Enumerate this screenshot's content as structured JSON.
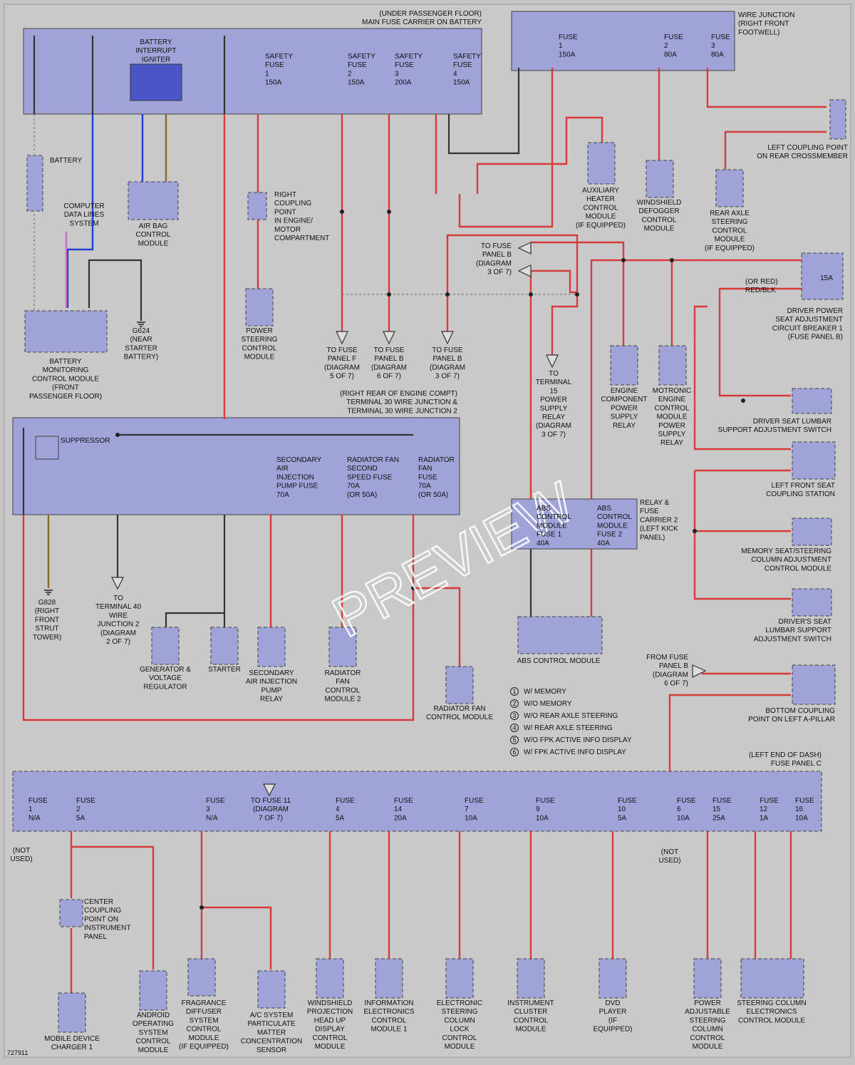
{
  "diagram_id": "727911",
  "watermark": "PREVIEW",
  "carriers": {
    "main_fuse_carrier": "(UNDER PASSENGER FLOOR)\nMAIN FUSE CARRIER ON BATTERY",
    "wire_junction": "WIRE JUNCTION\n(RIGHT FRONT\nFOOTWELL)",
    "terminal30": "(RIGHT REAR OF ENGINE COMPT)\nTERMINAL 30 WIRE JUNCTION &\nTERMINAL 30 WIRE JUNCTION 2",
    "relay_carrier": "RELAY &\nFUSE\nCARRIER 2\n(LEFT KICK\nPANEL)",
    "fuse_panel_c": "(LEFT END OF DASH)\nFUSE PANEL C"
  },
  "main_fuses": [
    {
      "name": "SAFETY\nFUSE\n1\n150A"
    },
    {
      "name": "SAFETY\nFUSE\n2\n150A"
    },
    {
      "name": "SAFETY\nFUSE\n3\n200A"
    },
    {
      "name": "SAFETY\nFUSE\n4\n150A"
    }
  ],
  "battery_igniter": "BATTERY\nINTERRUPT\nIGNITER",
  "junction_fuses": [
    {
      "name": "FUSE\n1\n150A"
    },
    {
      "name": "FUSE\n2\n80A"
    },
    {
      "name": "FUSE\n3\n80A"
    }
  ],
  "t30_fuses": [
    {
      "name": "SUPPRESSOR"
    },
    {
      "name": "SECONDARY\nAIR\nINJECTION\nPUMP FUSE\n70A"
    },
    {
      "name": "RADIATOR FAN\nSECOND\nSPEED FUSE\n70A\n(OR 50A)"
    },
    {
      "name": "RADIATOR\nFAN\nFUSE\n70A\n(OR 50A)"
    }
  ],
  "relay_fuses": [
    {
      "name": "ABS\nCONTROL\nMODULE\nFUSE 1\n40A"
    },
    {
      "name": "ABS\nCONTROL\nMODULE\nFUSE 2\n40A"
    }
  ],
  "panel_c_fuses": [
    {
      "name": "FUSE\n1\nN/A"
    },
    {
      "name": "FUSE\n2\n5A"
    },
    {
      "name": "FUSE\n3\nN/A"
    },
    {
      "name": "TO FUSE 11\n(DIAGRAM\n7 OF 7)"
    },
    {
      "name": "FUSE\n4\n5A"
    },
    {
      "name": "FUSE\n14\n20A"
    },
    {
      "name": "FUSE\n7\n10A"
    },
    {
      "name": "FUSE\n9\n10A"
    },
    {
      "name": "FUSE\n10\n5A"
    },
    {
      "name": "FUSE\n6\n10A"
    },
    {
      "name": "FUSE\n15\n25A"
    },
    {
      "name": "FUSE\n12\n1A"
    },
    {
      "name": "FUSE\n16\n10A"
    }
  ],
  "components": {
    "battery": "BATTERY",
    "computer_data": "COMPUTER\nDATA LINES\nSYSTEM",
    "airbag": "AIR BAG\nCONTROL\nMODULE",
    "bmcm": "BATTERY\nMONITORING\nCONTROL MODULE\n(FRONT\nPASSENGER FLOOR)",
    "g624": "G624\n(NEAR\nSTARTER\nBATTERY)",
    "right_coupling": "RIGHT\nCOUPLING\nPOINT\nIN ENGINE/\nMOTOR\nCOMPARTMENT",
    "power_steering": "POWER\nSTEERING\nCONTROL\nMODULE",
    "to_fuse_f": "TO FUSE\nPANEL F\n(DIAGRAM\n5 OF 7)",
    "to_fuse_b6": "TO FUSE\nPANEL B\n(DIAGRAM\n6 OF 7)",
    "to_fuse_b3": "TO FUSE\nPANEL B\n(DIAGRAM\n3 OF 7)",
    "aux_heater": "AUXILIARY\nHEATER\nCONTROL\nMODULE\n(IF EQUIPPED)",
    "windshield_defog": "WINDSHIELD\nDEFOGGER\nCONTROL\nMODULE",
    "rear_axle": "REAR AXLE\nSTEERING\nCONTROL\nMODULE\n(IF EQUIPPED)",
    "left_coupling_rear": "LEFT COUPLING POINT\nON REAR CROSSMEMBER",
    "to_fuse_panel_b": "TO FUSE\nPANEL B\n(DIAGRAM\n3 OF 7)",
    "to_terminal15": "TO\nTERMINAL\n15\nPOWER\nSUPPLY\nRELAY\n(DIAGRAM\n3 OF 7)",
    "engine_comp": "ENGINE\nCOMPONENT\nPOWER\nSUPPLY\nRELAY",
    "motronic": "MOTRONIC\nENGINE\nCONTROL\nMODULE\nPOWER\nSUPPLY\nRELAY",
    "driver_seat_cb": "DRIVER POWER\nSEAT ADJUSTMENT\nCIRCUIT BREAKER 1\n(FUSE PANEL B)",
    "cb_rating": "15A",
    "driver_lumbar": "DRIVER SEAT LUMBAR\nSUPPORT ADJUSTMENT SWITCH",
    "left_front_seat": "LEFT FRONT SEAT\nCOUPLING STATION",
    "memory_seat": "MEMORY SEAT/STEERING\nCOLUMN ADJUSTMENT\nCONTROL MODULE",
    "drivers_lumbar": "DRIVER'S SEAT\nLUMBAR SUPPORT\nADJUSTMENT SWITCH",
    "bottom_coupling": "BOTTOM COUPLING\nPOINT ON LEFT A-PILLAR",
    "from_fuse_b": "FROM FUSE\nPANEL B\n(DIAGRAM\n6 OF 7)",
    "g828": "G828\n(RIGHT\nFRONT\nSTRUT\nTOWER)",
    "to_terminal40": "TO\nTERMINAL 40\nWIRE\nJUNCTION 2\n(DIAGRAM\n2 OF 7)",
    "generator": "GENERATOR &\nVOLTAGE\nREGULATOR",
    "starter": "STARTER",
    "sec_air_relay": "SECONDARY\nAIR INJECTION\nPUMP\nRELAY",
    "rad_fan_cm2": "RADIATOR\nFAN\nCONTROL\nMODULE 2",
    "rad_fan_cm": "RADIATOR FAN\nCONTROL MODULE",
    "abs_cm": "ABS CONTROL MODULE",
    "not_used": "(NOT\nUSED)",
    "center_coupling": "CENTER\nCOUPLING\nPOINT ON\nINSTRUMENT\nPANEL",
    "mobile_charger": "MOBILE DEVICE\nCHARGER 1",
    "android": "ANDROID\nOPERATING\nSYSTEM\nCONTROL\nMODULE",
    "fragrance": "FRAGRANCE\nDIFFUSER\nSYSTEM\nCONTROL\nMODULE\n(IF EQUIPPED)",
    "ac_sensor": "A/C SYSTEM\nPARTICULATE\nMATTER\nCONCENTRATION\nSENSOR",
    "hud": "WINDSHIELD\nPROJECTION\nHEAD UP\nDISPLAY\nCONTROL\nMODULE",
    "info_elec": "INFORMATION\nELECTRONICS\nCONTROL\nMODULE 1",
    "esclm": "ELECTRONIC\nSTEERING\nCOLUMN\nLOCK\nCONTROL\nMODULE",
    "cluster": "INSTRUMENT\nCLUSTER\nCONTROL\nMODULE",
    "dvd": "DVD\nPLAYER\n(IF\nEQUIPPED)",
    "power_adj": "POWER\nADJUSTABLE\nSTEERING\nCOLUMN\nCONTROL\nMODULE",
    "sc_elec": "STEERING COLUMN\nELECTRONICS\nCONTROL MODULE"
  },
  "legend": [
    {
      "num": "1",
      "text": "W/ MEMORY"
    },
    {
      "num": "2",
      "text": "W/O MEMORY"
    },
    {
      "num": "3",
      "text": "W/O REAR AXLE STEERING"
    },
    {
      "num": "4",
      "text": "W/ REAR AXLE STEERING"
    },
    {
      "num": "5",
      "text": "W/O FPK ACTIVE INFO DISPLAY"
    },
    {
      "num": "6",
      "text": "W/ FPK ACTIVE INFO DISPLAY"
    }
  ],
  "inline_notes": {
    "or_red": "(OR RED)",
    "red_blk": "RED/BLK"
  }
}
